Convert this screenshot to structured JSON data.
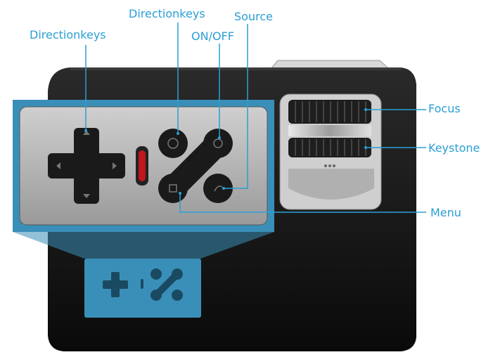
{
  "labels": {
    "directionkeys_left": "Directionkeys",
    "directionkeys_top": "Directionkeys",
    "source": "Source",
    "on_off": "ON/OFF",
    "focus": "Focus",
    "keystone": "Keystone",
    "menu": "Menu"
  },
  "colors": {
    "accent": "#2a9fd6",
    "body": "#141414",
    "panel": "#b5b5b5",
    "zoom_box": "#3a8fb8",
    "indicator": "#c0161c"
  },
  "icons": {
    "up": "triangle-up",
    "down": "triangle-down",
    "left": "triangle-left",
    "right": "triangle-right",
    "power": "power-icon",
    "source": "source-icon",
    "menu": "menu-icon",
    "back": "back-icon"
  }
}
